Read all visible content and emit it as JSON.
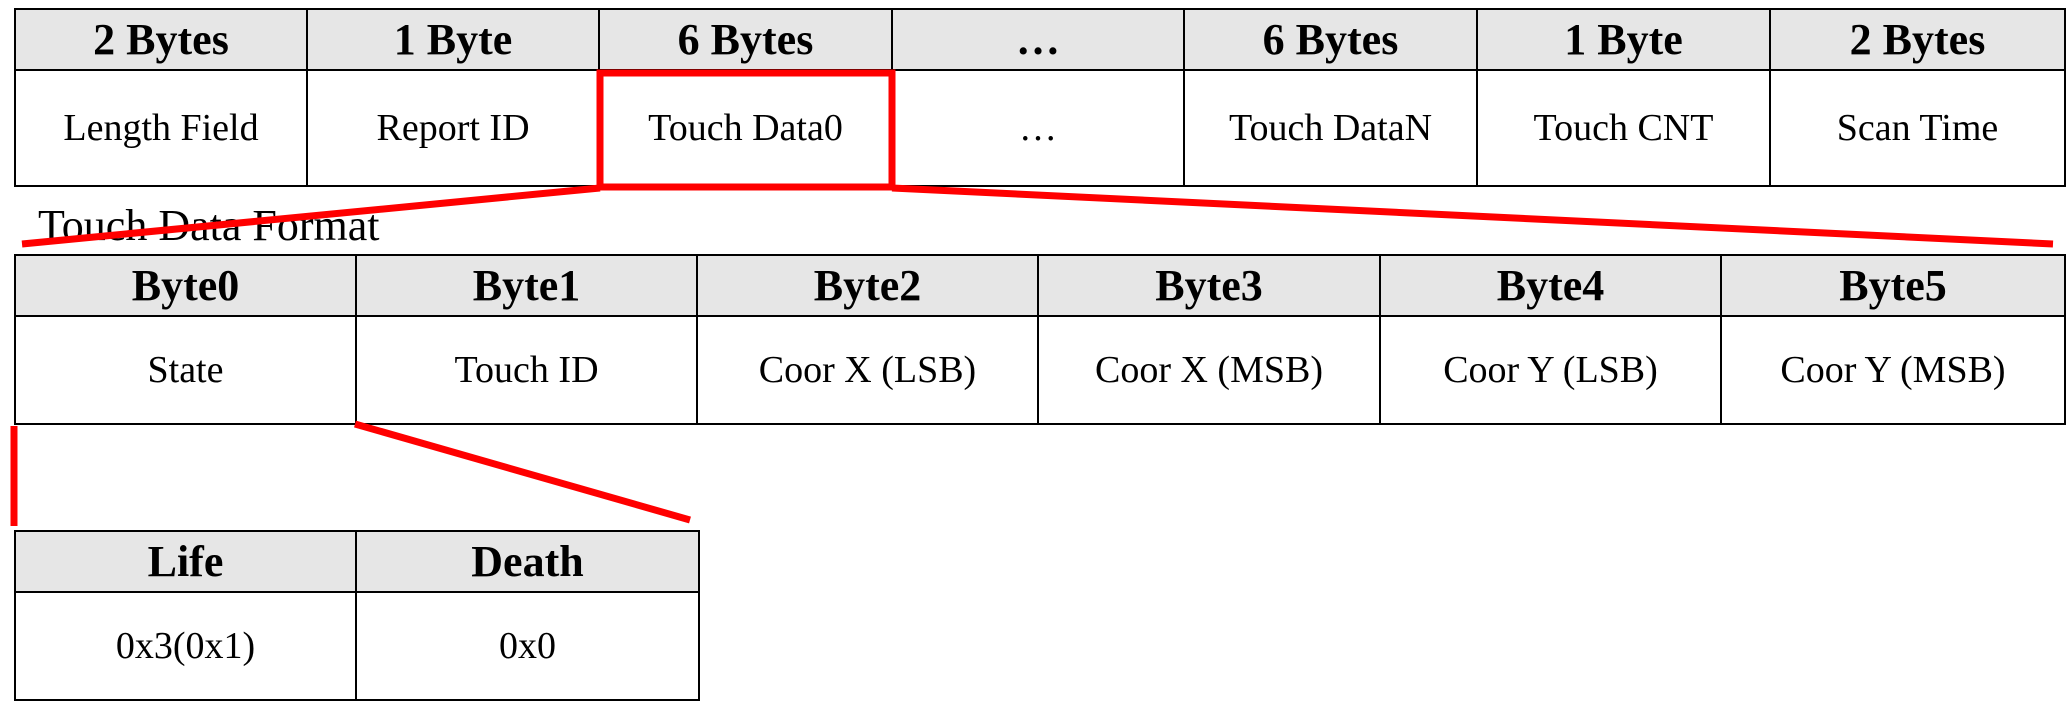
{
  "packet_format": {
    "headers": [
      "2 Bytes",
      "1 Byte",
      "6 Bytes",
      "…",
      "6 Bytes",
      "1 Byte",
      "2 Bytes"
    ],
    "fields": [
      "Length Field",
      "Report ID",
      "Touch Data0",
      "…",
      "Touch DataN",
      "Touch CNT",
      "Scan Time"
    ]
  },
  "touch_data_format": {
    "title": "Touch Data Format",
    "headers": [
      "Byte0",
      "Byte1",
      "Byte2",
      "Byte3",
      "Byte4",
      "Byte5"
    ],
    "fields": [
      "State",
      "Touch ID",
      "Coor X (LSB)",
      "Coor X (MSB)",
      "Coor Y (LSB)",
      "Coor Y (MSB)"
    ]
  },
  "state_format": {
    "headers": [
      "Life",
      "Death"
    ],
    "values": [
      "0x3(0x1)",
      "0x0"
    ]
  },
  "colors": {
    "highlight": "#ff0000",
    "header_bg": "#e6e6e6",
    "border": "#000000"
  }
}
